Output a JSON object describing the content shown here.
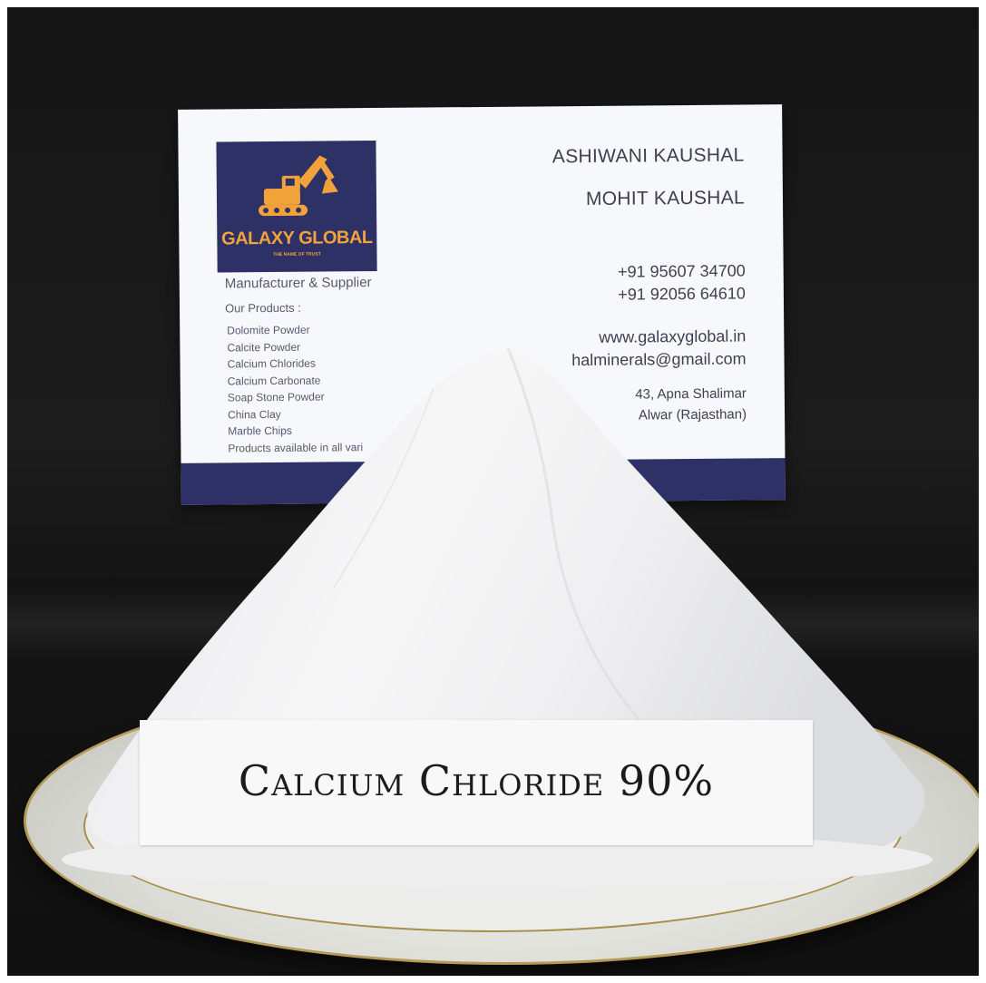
{
  "card": {
    "logo": {
      "name": "GALAXY GLOBAL",
      "tagline": "THE NAME OF TRUST",
      "icon": "excavator-icon",
      "color": "#f2a23a"
    },
    "subtitle": "Manufacturer & Supplier",
    "products_heading": "Our Products :",
    "products": [
      "Dolomite Powder",
      "Calcite Powder",
      "Calcium Chlorides",
      "Calcium Carbonate",
      "Soap Stone Powder",
      "China Clay",
      "Marble Chips",
      "Products available in all vari"
    ],
    "names": [
      "ASHIWANI KAUSHAL",
      "MOHIT KAUSHAL"
    ],
    "phones": [
      "+91 95607 34700",
      "+91 92056 64610"
    ],
    "website": "www.galaxyglobal.in",
    "email": "halminerals@gmail.com",
    "address": [
      "43, Apna Shalimar",
      "Alwar (Rajasthan)"
    ],
    "brand_color": "#2e3165"
  },
  "label": {
    "text": "Calcium Chloride 90%"
  }
}
